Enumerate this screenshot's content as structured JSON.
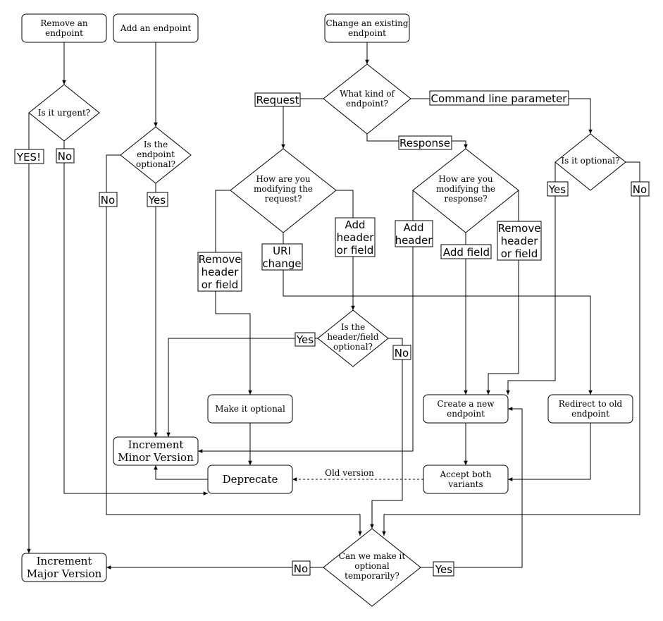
{
  "nodes": {
    "remove_endpoint": [
      "Remove an",
      "endpoint"
    ],
    "add_endpoint": [
      "Add an endpoint"
    ],
    "change_endpoint": [
      "Change an existing",
      "endpoint"
    ],
    "kind_of_endpoint": [
      "What kind of",
      "endpoint?"
    ],
    "is_urgent": [
      "Is it urgent?"
    ],
    "endpoint_optional": [
      "Is the",
      "endpoint",
      "optional?"
    ],
    "modifying_request": [
      "How are you",
      "modifying the",
      "request?"
    ],
    "modifying_response": [
      "How are you",
      "modifying the",
      "response?"
    ],
    "is_it_optional": [
      "Is it optional?"
    ],
    "header_field_optional": [
      "Is the",
      "header/field",
      "optional?"
    ],
    "make_optional": [
      "Make it optional"
    ],
    "create_new_endpoint": [
      "Create a new",
      "endpoint"
    ],
    "redirect_old_endpoint": [
      "Redirect to old",
      "endpoint"
    ],
    "increment_minor": [
      "Increment",
      "Minor Version"
    ],
    "deprecate": [
      "Deprecate"
    ],
    "accept_both": [
      "Accept both",
      "variants"
    ],
    "can_make_optional": [
      "Can we make it",
      "optional",
      "temporarily?"
    ],
    "increment_major": [
      "Increment",
      "Major Version"
    ]
  },
  "edge_labels": {
    "request": [
      "Request"
    ],
    "command_line_parameter": [
      "Command line parameter"
    ],
    "response": [
      "Response"
    ],
    "urgent_yes": [
      "YES!"
    ],
    "urgent_no": [
      "No"
    ],
    "endpoint_opt_no": [
      "No"
    ],
    "endpoint_opt_yes": [
      "Yes"
    ],
    "remove_header_req": [
      "Remove",
      "header",
      "or field"
    ],
    "uri_change": [
      "URI",
      "change"
    ],
    "add_header_req": [
      "Add",
      "header",
      "or field"
    ],
    "add_header_resp": [
      "Add",
      "header"
    ],
    "add_field_resp": [
      "Add field"
    ],
    "remove_header_resp": [
      "Remove",
      "header",
      "or field"
    ],
    "cli_yes": [
      "Yes"
    ],
    "cli_no": [
      "No"
    ],
    "hf_yes": [
      "Yes"
    ],
    "hf_no": [
      "No"
    ],
    "old_version": [
      "Old version"
    ],
    "final_no": [
      "No"
    ],
    "final_yes": [
      "Yes"
    ]
  }
}
